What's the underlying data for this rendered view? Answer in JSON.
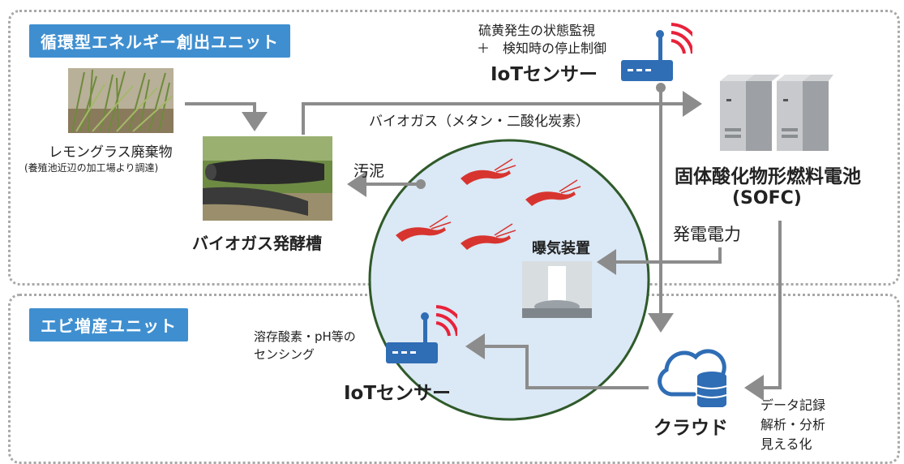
{
  "units": {
    "energy": "循環型エネルギー創出ユニット",
    "shrimp": "エビ増産ユニット"
  },
  "sensor_top": {
    "line1": "硫黄発生の状態監視",
    "line2": "＋　検知時の停止制御",
    "name": "IoTセンサー"
  },
  "lemongrass": {
    "label": "レモングラス廃棄物",
    "sub": "(養殖池近辺の加工場より調達)"
  },
  "biogas_flow": "バイオガス（メタン・二酸化炭素）",
  "sludge": "汚泥",
  "digester": "バイオガス発酵槽",
  "sofc": {
    "line1": "固体酸化物形燃料電池",
    "line2": "(SOFC)"
  },
  "power": "発電電力",
  "aerator": "曝気装置",
  "sensor_bottom": {
    "line1": "溶存酸素・pH等の",
    "line2": "センシング",
    "name": "IoTセンサー"
  },
  "cloud": {
    "name": "クラウド",
    "line1": "データ記録",
    "line2": "解析・分析",
    "line3": "見える化"
  },
  "colors": {
    "unit_label": "#3f8fd0",
    "arrow": "#8c8c8c",
    "pond": "#dbe8f5",
    "pond_border": "#2f5a2a",
    "shrimp": "#d8342f",
    "router": "#2f6db5",
    "signal": "#e8223a"
  }
}
